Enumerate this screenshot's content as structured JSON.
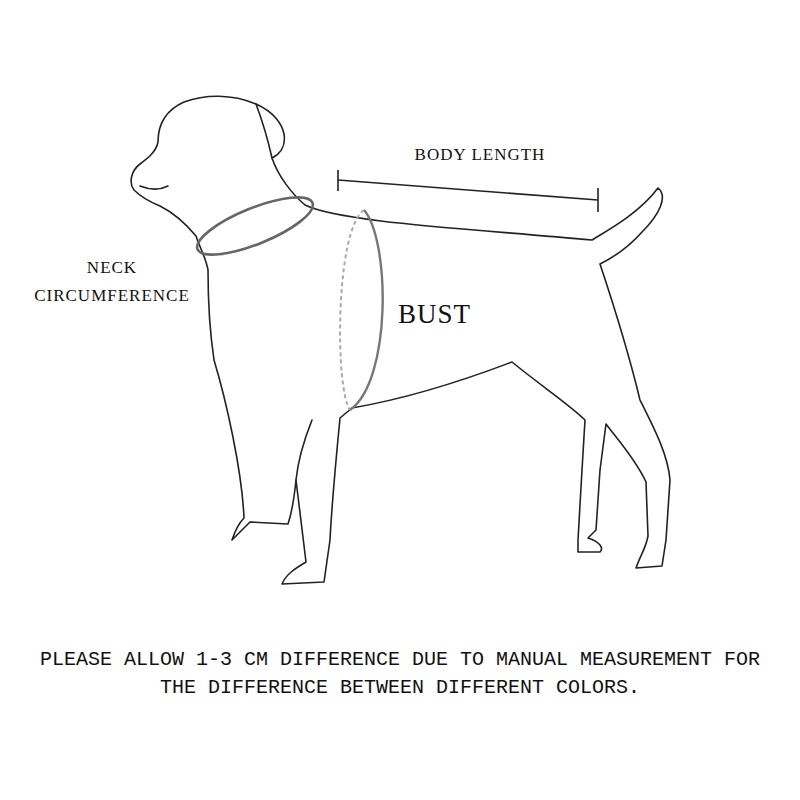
{
  "diagram": {
    "labels": [
      "BODY LENGTH",
      "NECK CIRCUMFERENCE",
      "BUST"
    ],
    "caption": "PLEASE ALLOW 1-3 CM DIFFERENCE DUE TO MANUAL MEASUREMENT FOR THE DIFFERENCE BETWEEN DIFFERENT COLORS."
  }
}
